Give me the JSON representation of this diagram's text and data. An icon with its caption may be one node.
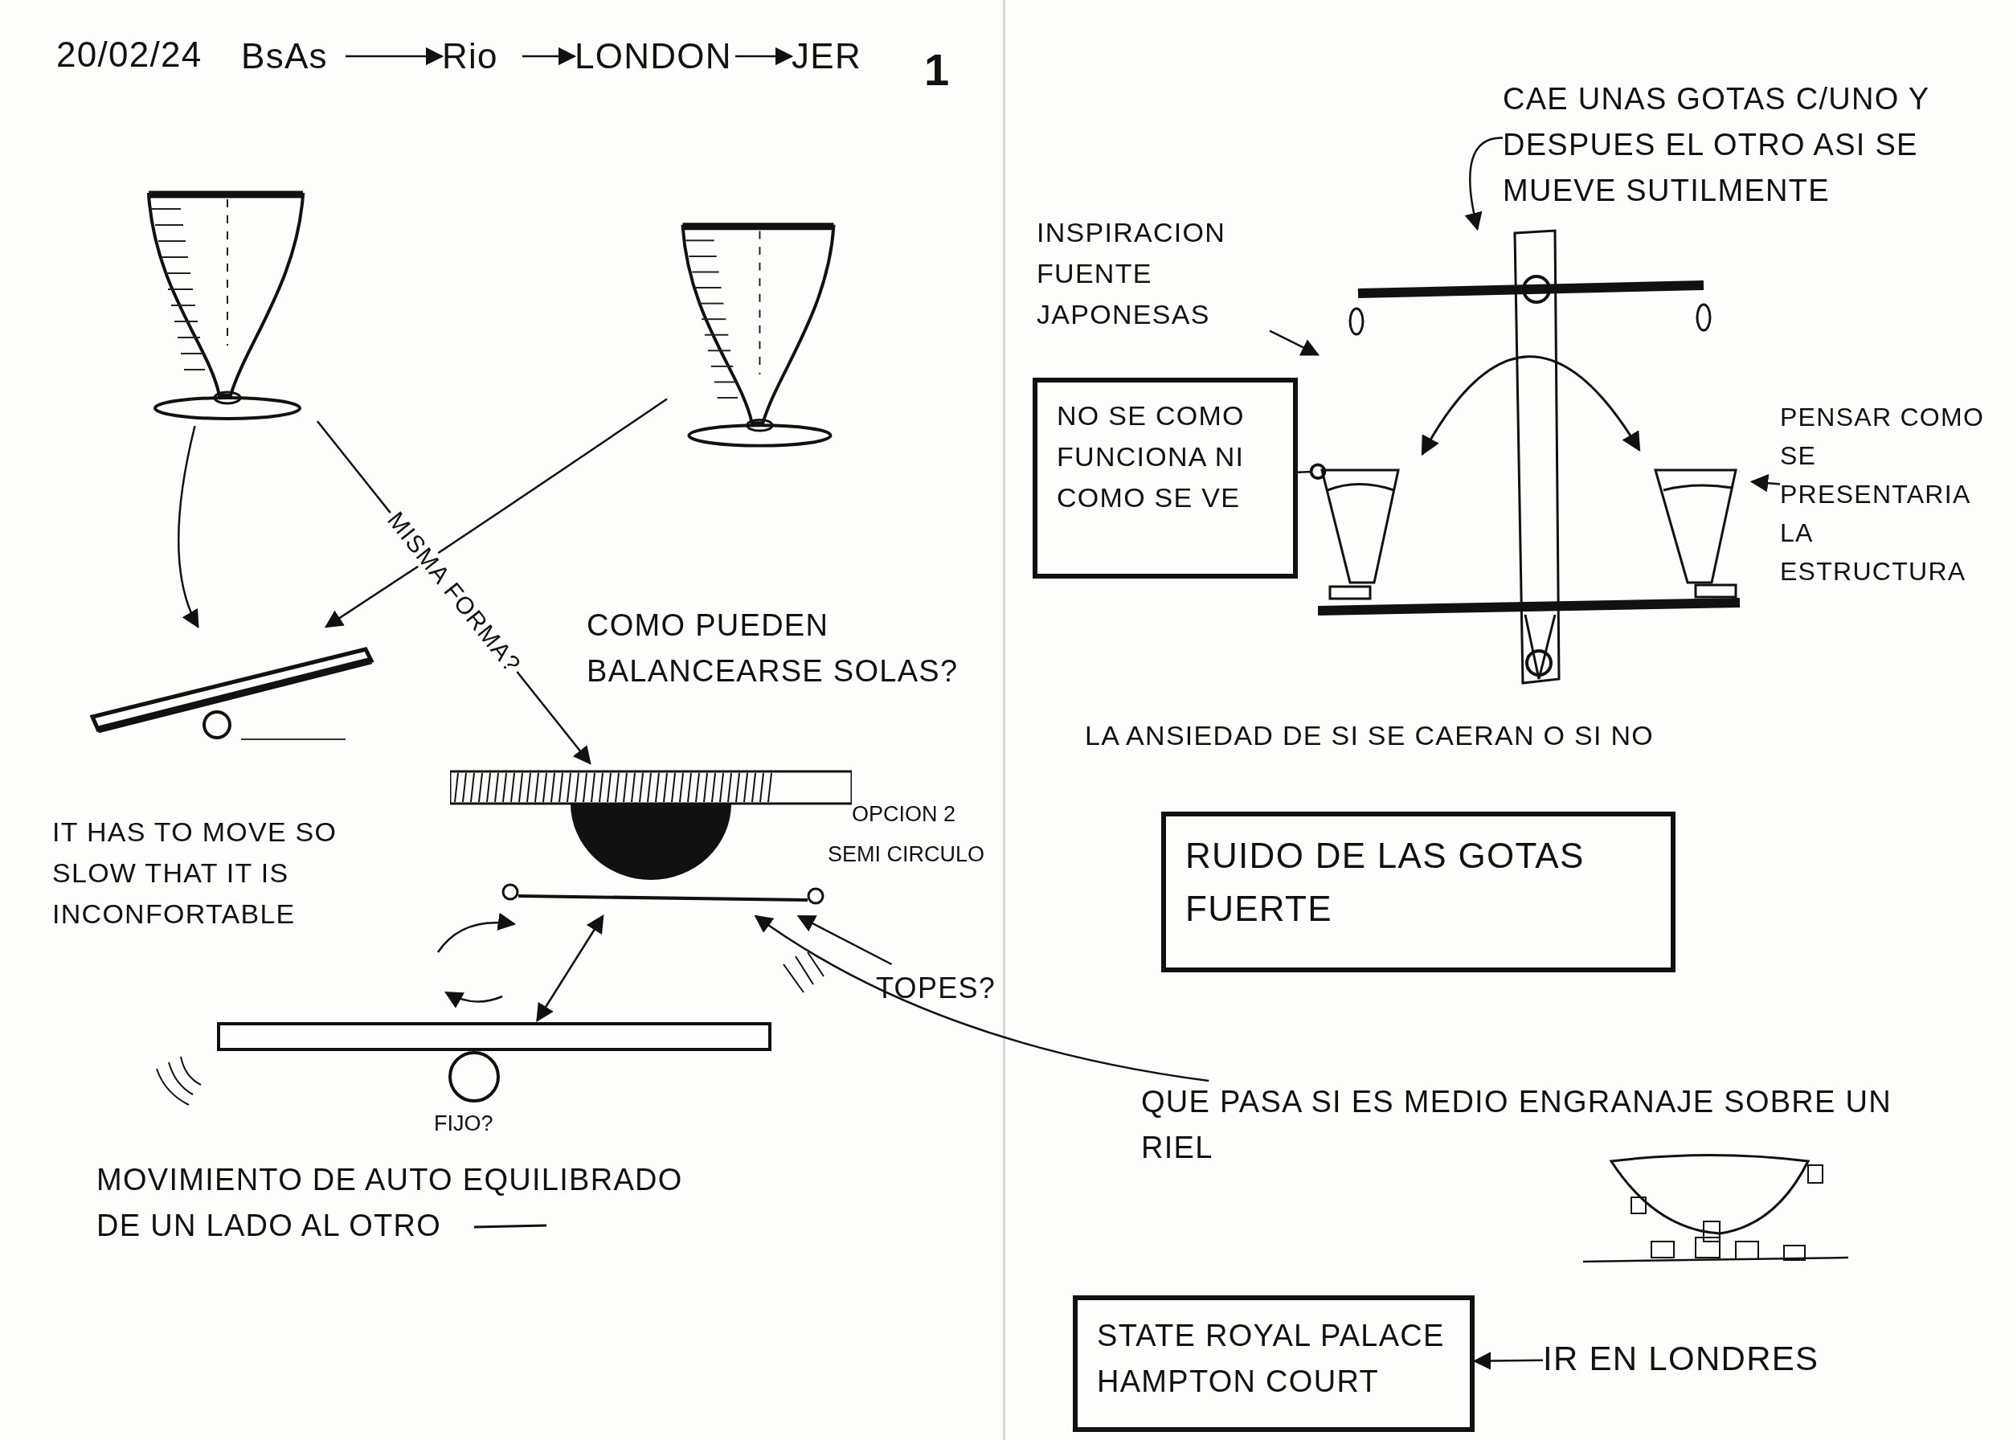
{
  "diagram": {
    "nodes": [
      {
        "text": [
          "BsAs"
        ]
      },
      {
        "text": [
          "Rio"
        ]
      },
      {
        "text": [
          "LONDON"
        ]
      },
      {
        "text": [
          "JER"
        ]
      },
      {
        "text": [],
        "shape": "picture"
      },
      {
        "text": [],
        "shape": "picture"
      },
      {
        "text": [],
        "shape": "picture"
      },
      {
        "text": [],
        "shape": "picture",
        "beside": [
          "OPCION 2",
          "SEMI CIRCULO"
        ]
      },
      {
        "text": [],
        "shape": "picture",
        "beside": [
          "FIJO?"
        ]
      },
      {
        "text": [
          "TOPES?"
        ]
      },
      {
        "text": [
          "CAE UNAS GOTAS C/UNO Y DESPUES EL OTRO ASI SE MUEVE SUTILMENTE"
        ]
      },
      {
        "text": [],
        "shape": "picture"
      },
      {
        "text": [
          "INSPIRACION FUENTE JAPONESAS"
        ]
      },
      {
        "text": [
          "NO SE COMO FUNCIONA NI COMO SE VE"
        ]
      },
      {
        "text": [
          "PENSAR COMO SE PRESENTARIA LA ESTRUCTURA"
        ]
      },
      {
        "text": [
          "RUIDO DE LAS GOTAS FUERTE"
        ]
      },
      {
        "text": [
          "QUE PASA SI ES MEDIO ENGRANAJE SOBRE UN RIEL"
        ]
      },
      {
        "text": [
          "STATE ROYAL PALACE HAMPTON COURT"
        ]
      },
      {
        "text": [
          "IR EN LONDRES"
        ]
      }
    ],
    "edges": [
      {
        "from": 0,
        "to": 1,
        "arrow": "to"
      },
      {
        "from": 1,
        "to": 2,
        "arrow": "to"
      },
      {
        "from": 2,
        "to": 3,
        "arrow": "to"
      },
      {
        "from": 4,
        "to": 6,
        "arrow": "to"
      },
      {
        "from": 5,
        "to": 6,
        "arrow": "to"
      },
      {
        "from": 4,
        "to": 7,
        "arrow": "to",
        "label": "MISMA FORMA?"
      },
      {
        "from": 7,
        "to": 8,
        "arrow": "both"
      },
      {
        "from": 9,
        "to": 7,
        "arrow": "to"
      },
      {
        "from": 16,
        "to": 7,
        "arrow": "to"
      },
      {
        "from": 10,
        "to": 11,
        "arrow": "to"
      },
      {
        "from": 12,
        "to": 11,
        "arrow": "to"
      },
      {
        "from": 13,
        "to": 11,
        "arrow": "other"
      },
      {
        "from": 14,
        "to": 11,
        "arrow": "to"
      },
      {
        "from": 18,
        "to": 17,
        "arrow": "to"
      }
    ],
    "labels": [
      "20/02/24",
      "1",
      "COMO PUEDEN BALANCEARSE SOLAS?",
      "IT HAS TO MOVE SO SLOW THAT IT IS INCONFORTABLE",
      "MOVIMIENTO DE AUTO EQUILIBRADO DE UN LADO AL OTRO",
      "LA ANSIEDAD DE SI SE CAERAN O SI NO"
    ]
  }
}
